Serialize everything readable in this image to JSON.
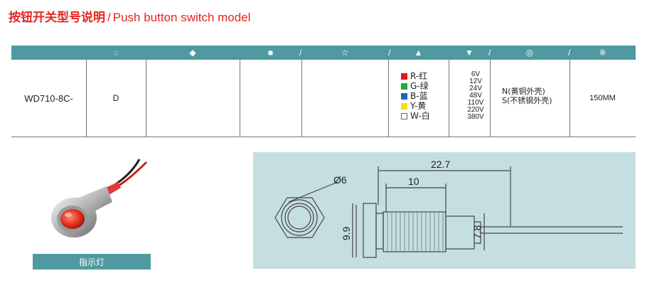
{
  "title": {
    "cn": "按钮开关型号说明",
    "separator": "/",
    "en": "Push button switch model"
  },
  "table": {
    "header_symbols": [
      {
        "name": "circle-bracket-icon",
        "glyph": "◌"
      },
      {
        "name": "diamond-icon",
        "glyph": "◆"
      },
      {
        "name": "square-icon",
        "glyph": "■"
      },
      {
        "name": "star-icon",
        "glyph": "☆"
      },
      {
        "name": "triangle-up-icon",
        "glyph": "▲"
      },
      {
        "name": "triangle-down-icon",
        "glyph": "▼"
      },
      {
        "name": "double-circle-icon",
        "glyph": "◎"
      },
      {
        "name": "asterisk-icon",
        "glyph": "※"
      }
    ],
    "header_slash": "/",
    "model_prefix": "WD710-8C-",
    "code_d": "D",
    "colors": [
      {
        "label": "R-红",
        "color": "#e3141b"
      },
      {
        "label": "G-绿",
        "color": "#1faa3a"
      },
      {
        "label": "B-蓝",
        "color": "#1668b8"
      },
      {
        "label": "Y-黄",
        "color": "#f3e300"
      },
      {
        "label": "W-白",
        "color": "#ffffff"
      }
    ],
    "voltages": [
      "6V",
      "12V",
      "24V",
      "48V",
      "110V",
      "220V",
      "380V"
    ],
    "shell": {
      "n": "N(黄铜外壳)",
      "s": "S(不锈钢外壳)"
    },
    "wire_length": "150MM"
  },
  "photo": {
    "caption": "指示灯"
  },
  "drawing": {
    "dim_overall": "22.7",
    "dim_thread": "10",
    "dim_diameter": "Ø6",
    "dim_height": "9.9",
    "dim_body": "7.8"
  },
  "colors": {
    "accent_red": "#e6261f",
    "header_teal": "#4f9aa0",
    "drawing_bg": "#c5dfe1"
  }
}
